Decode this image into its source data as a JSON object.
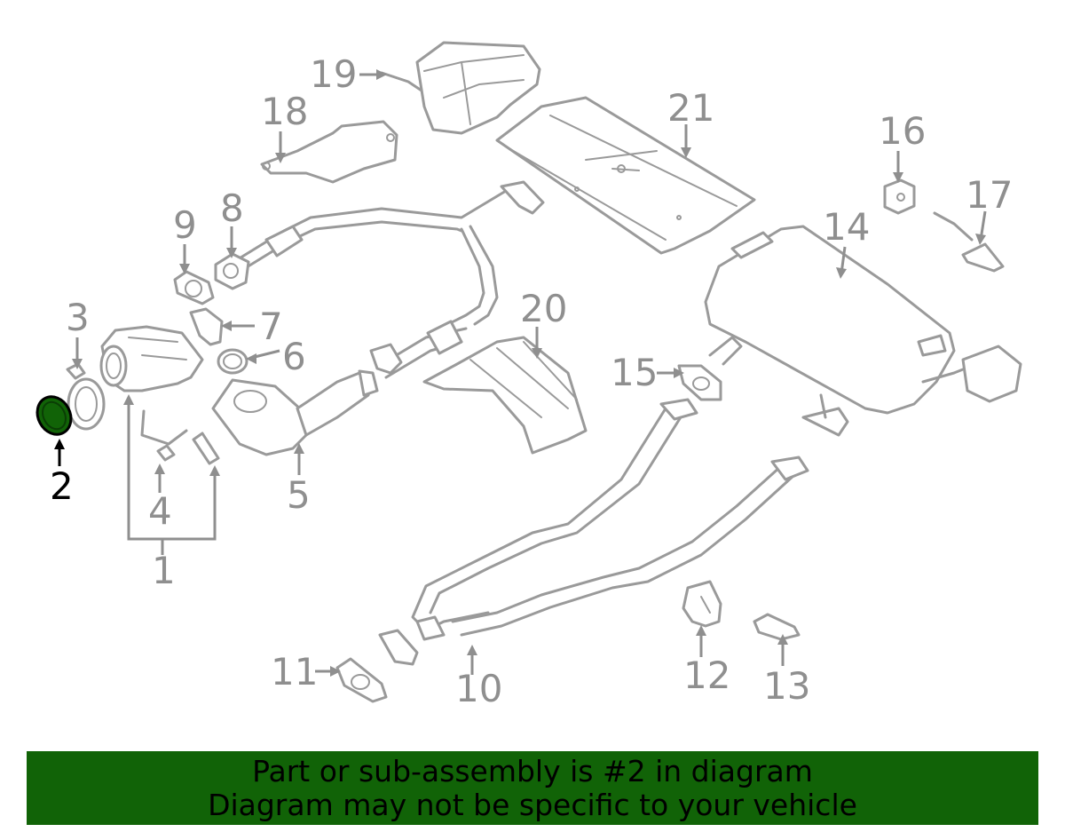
{
  "banner": {
    "line1": "Part or sub-assembly is #2 in diagram",
    "line2": "Diagram may not be specific to your vehicle"
  },
  "colors": {
    "highlight_fill": "#116307",
    "banner_bg": "#116307",
    "line_gray": "#9a9a9a",
    "callout_gray": "#8f8f8f",
    "highlight_text": "#000000"
  },
  "callouts": {
    "n1": "1",
    "n2": "2",
    "n3": "3",
    "n4": "4",
    "n5": "5",
    "n6": "6",
    "n7": "7",
    "n8": "8",
    "n9": "9",
    "n10": "10",
    "n11": "11",
    "n12": "12",
    "n13": "13",
    "n14": "14",
    "n15": "15",
    "n16": "16",
    "n17": "17",
    "n18": "18",
    "n19": "19",
    "n20": "20",
    "n21": "21"
  },
  "highlighted_part": "2"
}
